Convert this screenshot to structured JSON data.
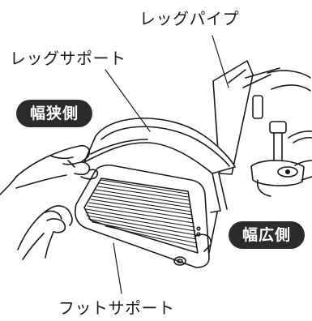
{
  "labels": {
    "leg_pipe": "レッグパイプ",
    "leg_support": "レッグサポート",
    "narrow_side": "幅狭側",
    "wide_side": "幅広側",
    "foot_support": "フットサポート"
  },
  "colors": {
    "line": "#1a1a1a",
    "badge": "#2b2b2b",
    "badge_text": "#ffffff",
    "background": "#ffffff"
  }
}
